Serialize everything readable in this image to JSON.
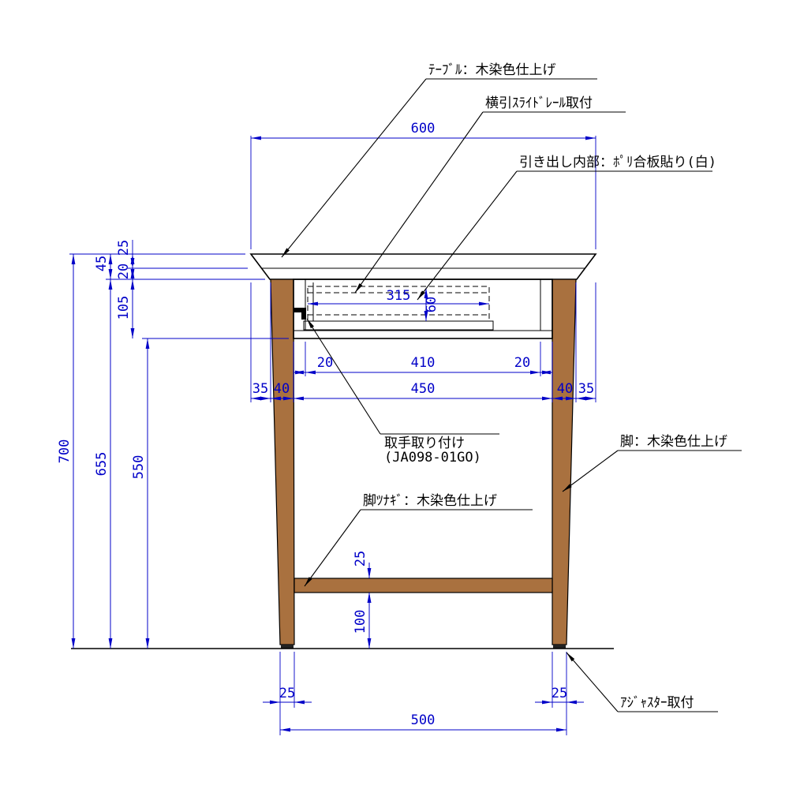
{
  "drawing": {
    "labels": {
      "tabletop": "ﾃｰﾌﾞﾙ：木染色仕上げ",
      "slide_rail": "横引ｽﾗｲﾄﾞﾚｰﾙ取付",
      "drawer_interior": "引き出し内部：ﾎﾟﾘ合板貼り(白)",
      "handle_1": "取手取り付け",
      "handle_2": "(JA098-01GO)",
      "leg": "脚：木染色仕上げ",
      "stretcher": "脚ﾂﾅｷﾞ：木染色仕上げ",
      "adjuster": "ｱｼﾞｬｽﾀｰ取付"
    },
    "dimensions": {
      "top_width": "600",
      "tabletop_thickness": "25",
      "apron_thickness": "20",
      "top_assembly_height": "45",
      "drawer_box_height": "105",
      "overall_height": "700",
      "under_top_height": "655",
      "under_box_height": "550",
      "drawer_inner_width": "315",
      "drawer_inner_height": "60",
      "box_side_left": "20",
      "box_inner_width": "410",
      "box_side_right": "20",
      "overhang_left": "35",
      "leg_width_left": "40",
      "leg_span": "450",
      "leg_width_right": "40",
      "overhang_right": "35",
      "stretcher_thickness": "25",
      "stretcher_floor_gap": "100",
      "foot_left": "25",
      "foot_right": "25",
      "bottom_span": "500"
    },
    "colors": {
      "dimension_blue": "#0000C8",
      "line_black": "#000000",
      "wood_brown": "#A9713F"
    }
  }
}
